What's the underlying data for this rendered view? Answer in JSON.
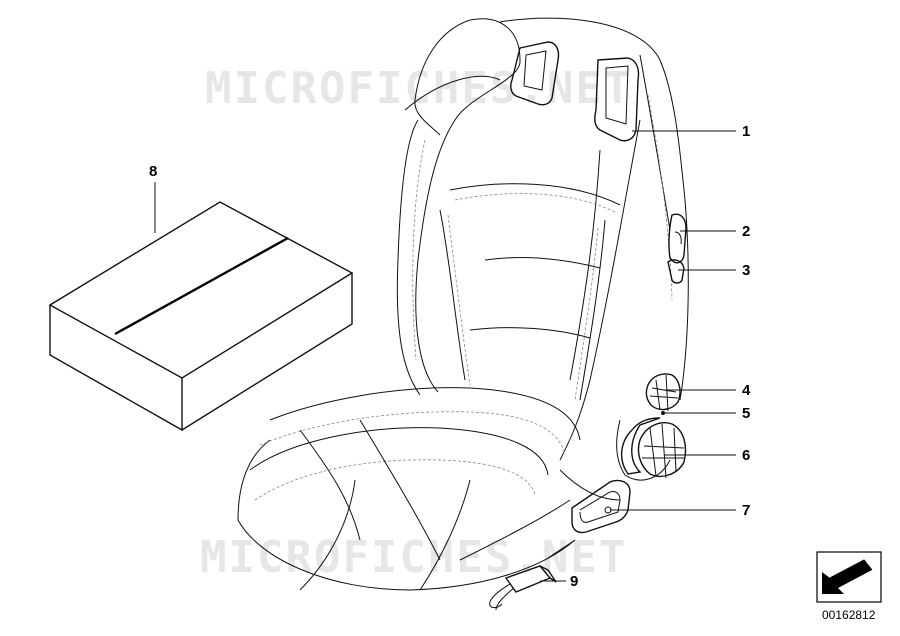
{
  "watermarks": [
    "MICROFICHES.NET",
    "MICROFICHES.NET"
  ],
  "callouts": [
    {
      "id": "1",
      "label": "1"
    },
    {
      "id": "2",
      "label": "2"
    },
    {
      "id": "3",
      "label": "3"
    },
    {
      "id": "4",
      "label": "4"
    },
    {
      "id": "5",
      "label": "5"
    },
    {
      "id": "6",
      "label": "6"
    },
    {
      "id": "7",
      "label": "7"
    },
    {
      "id": "8",
      "label": "8"
    },
    {
      "id": "9",
      "label": "9"
    }
  ],
  "document_number": "00162812",
  "icons": [
    "navigation-arrow-icon"
  ]
}
